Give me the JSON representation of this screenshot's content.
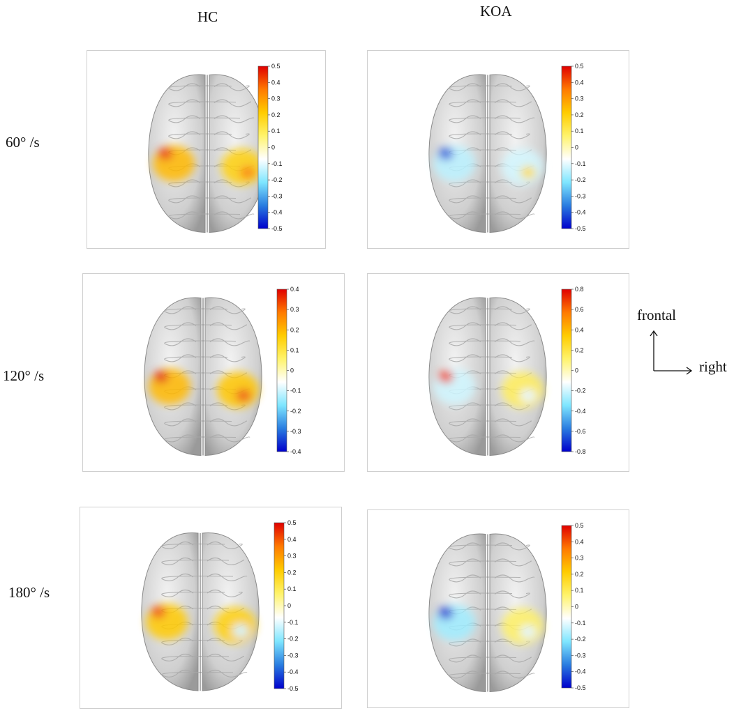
{
  "columns": [
    {
      "id": "hc",
      "title": "HC"
    },
    {
      "id": "koa",
      "title": "KOA"
    }
  ],
  "rows": [
    {
      "id": "r60",
      "label": "60° /s"
    },
    {
      "id": "r120",
      "label": "120° /s"
    },
    {
      "id": "r180",
      "label": "180° /s"
    }
  ],
  "panels": [
    {
      "id": "hc-60",
      "cmax": 0.5,
      "ticks": [
        "0.5",
        "0.4",
        "0.3",
        "0.2",
        "0.1",
        "0",
        "-0.1",
        "-0.2",
        "-0.3",
        "-0.4",
        "-0.5"
      ],
      "activations": [
        {
          "region": "left sensorimotor",
          "level": 0.25,
          "peak": 0.45
        },
        {
          "region": "right sensorimotor",
          "level": 0.2,
          "peak": 0.35
        }
      ]
    },
    {
      "id": "koa-60",
      "cmax": 0.5,
      "ticks": [
        "0.5",
        "0.4",
        "0.3",
        "0.2",
        "0.1",
        "0",
        "-0.1",
        "-0.2",
        "-0.3",
        "-0.4",
        "-0.5"
      ],
      "activations": [
        {
          "region": "left sensorimotor",
          "level": -0.15,
          "peak": -0.4
        },
        {
          "region": "right sensorimotor",
          "level": -0.12,
          "peak": 0.15
        }
      ]
    },
    {
      "id": "hc-120",
      "cmax": 0.4,
      "ticks": [
        "0.4",
        "0.3",
        "0.2",
        "0.1",
        "0",
        "-0.1",
        "-0.2",
        "-0.3",
        "-0.4"
      ],
      "activations": [
        {
          "region": "left sensorimotor",
          "level": 0.2,
          "peak": 0.38
        },
        {
          "region": "right sensorimotor",
          "level": 0.18,
          "peak": 0.33
        }
      ]
    },
    {
      "id": "koa-120",
      "cmax": 0.8,
      "ticks": [
        "0.8",
        "0.6",
        "0.4",
        "0.2",
        "0",
        "-0.2",
        "-0.4",
        "-0.6",
        "-0.8"
      ],
      "activations": [
        {
          "region": "left sensorimotor",
          "level": -0.2,
          "peak": 0.7
        },
        {
          "region": "right sensorimotor",
          "level": 0.15,
          "peak": -0.15
        }
      ]
    },
    {
      "id": "hc-180",
      "cmax": 0.5,
      "ticks": [
        "0.5",
        "0.4",
        "0.3",
        "0.2",
        "0.1",
        "0",
        "-0.1",
        "-0.2",
        "-0.3",
        "-0.4",
        "-0.5"
      ],
      "activations": [
        {
          "region": "left sensorimotor",
          "level": 0.22,
          "peak": 0.42
        },
        {
          "region": "right sensorimotor",
          "level": 0.2,
          "peak": -0.12
        }
      ]
    },
    {
      "id": "koa-180",
      "cmax": 0.5,
      "ticks": [
        "0.5",
        "0.4",
        "0.3",
        "0.2",
        "0.1",
        "0",
        "-0.1",
        "-0.2",
        "-0.3",
        "-0.4",
        "-0.5"
      ],
      "activations": [
        {
          "region": "left sensorimotor",
          "level": -0.18,
          "peak": -0.45
        },
        {
          "region": "right sensorimotor",
          "level": 0.08,
          "peak": -0.1
        }
      ]
    }
  ],
  "orientation": {
    "up": "frontal",
    "right": "right"
  },
  "colormap": [
    "#0000cc",
    "#2a7de0",
    "#7fe6ff",
    "#ffffff",
    "#fff36b",
    "#ffcc00",
    "#ff7a00",
    "#e00000"
  ]
}
